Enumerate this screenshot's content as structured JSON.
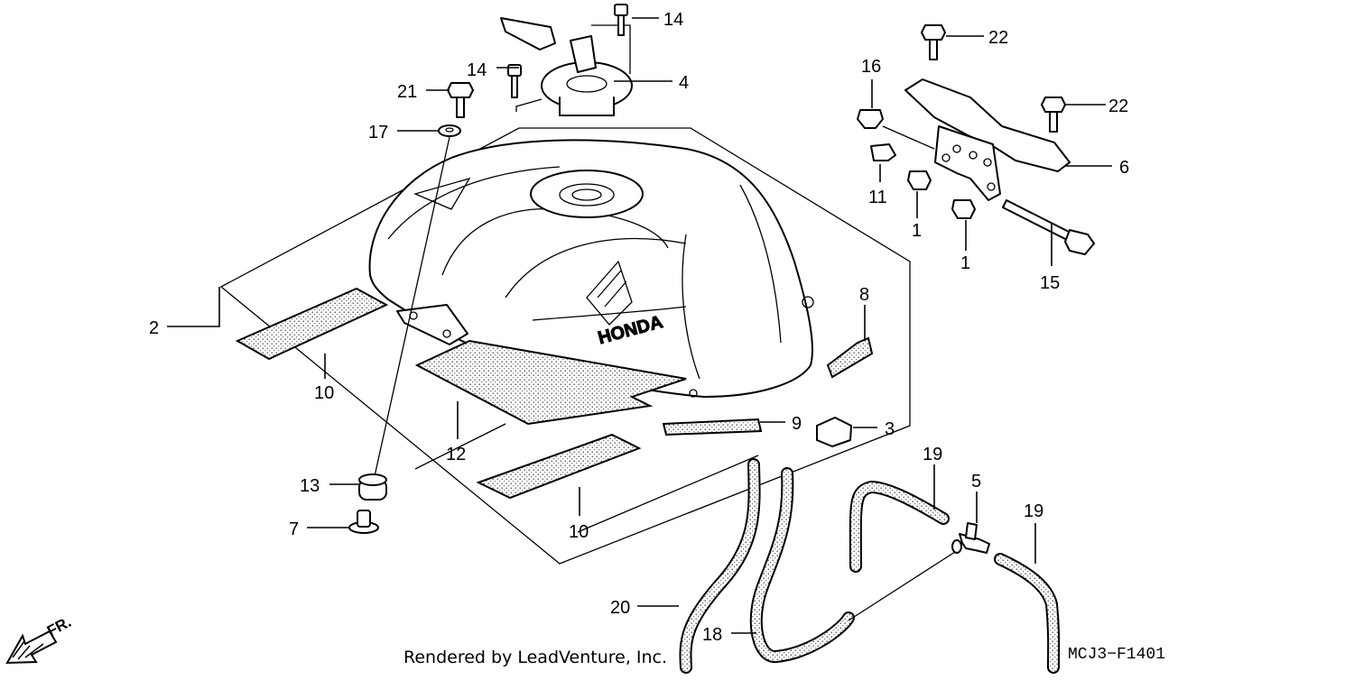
{
  "diagram": {
    "callouts": [
      {
        "id": "c14a",
        "label": "14"
      },
      {
        "id": "c14b",
        "label": "14"
      },
      {
        "id": "c4",
        "label": "4"
      },
      {
        "id": "c21",
        "label": "21"
      },
      {
        "id": "c17",
        "label": "17"
      },
      {
        "id": "c22a",
        "label": "22"
      },
      {
        "id": "c22b",
        "label": "22"
      },
      {
        "id": "c16",
        "label": "16"
      },
      {
        "id": "c6",
        "label": "6"
      },
      {
        "id": "c11",
        "label": "11"
      },
      {
        "id": "c1a",
        "label": "1"
      },
      {
        "id": "c1b",
        "label": "1"
      },
      {
        "id": "c15",
        "label": "15"
      },
      {
        "id": "c2",
        "label": "2"
      },
      {
        "id": "c8",
        "label": "8"
      },
      {
        "id": "c10a",
        "label": "10"
      },
      {
        "id": "c10b",
        "label": "10"
      },
      {
        "id": "c12",
        "label": "12"
      },
      {
        "id": "c9",
        "label": "9"
      },
      {
        "id": "c3",
        "label": "3"
      },
      {
        "id": "c13",
        "label": "13"
      },
      {
        "id": "c7",
        "label": "7"
      },
      {
        "id": "c19a",
        "label": "19"
      },
      {
        "id": "c19b",
        "label": "19"
      },
      {
        "id": "c5",
        "label": "5"
      },
      {
        "id": "c20",
        "label": "20"
      },
      {
        "id": "c18",
        "label": "18"
      }
    ],
    "tank_logo": "HONDA",
    "direction_label": "FR.",
    "credit": "Rendered by LeadVenture, Inc.",
    "diagram_code": "MCJ3−F1401"
  }
}
